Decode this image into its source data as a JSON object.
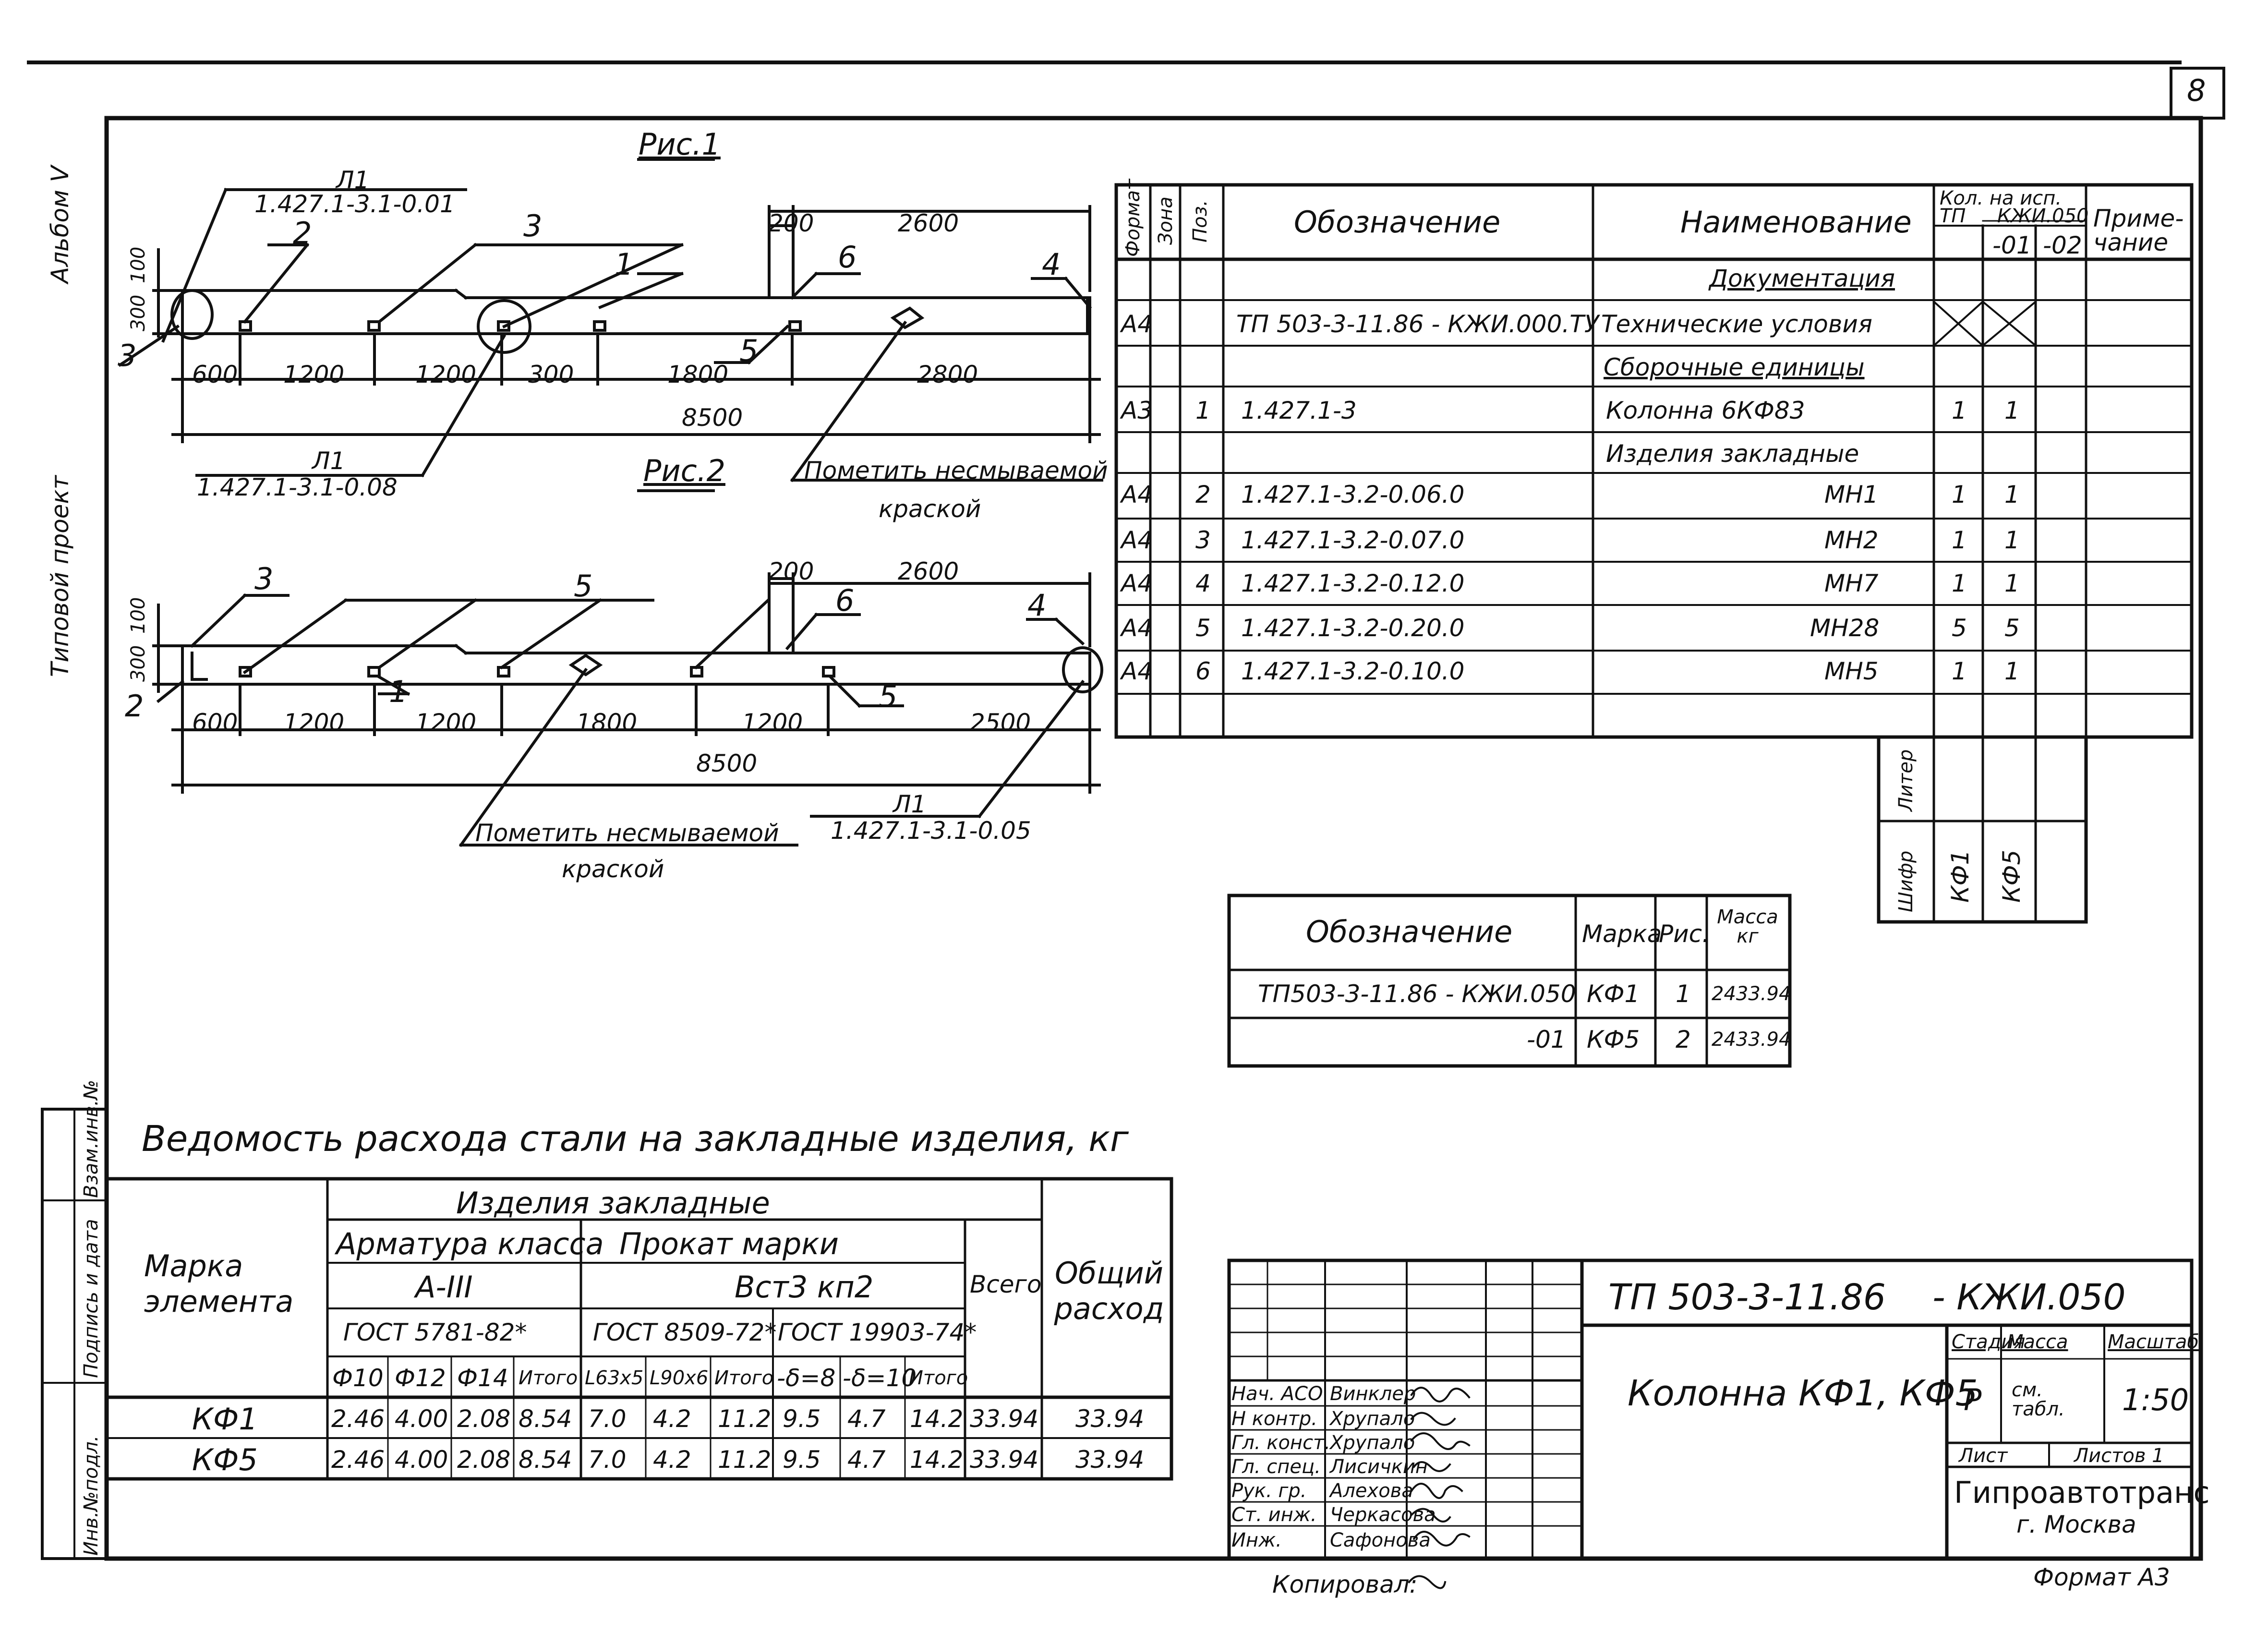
{
  "sheet_number": "8",
  "margin": {
    "album": "Альбом V",
    "project": "Типовой проект",
    "inv_orig": "Инв.№подл.",
    "sign_date": "Подпись и дата",
    "vzam_inv": "Взам.инв.№"
  },
  "fig1": {
    "title": "Рис.1",
    "label_l1": "Л1",
    "ref_top": "1.427.1-3.1-0.01",
    "ref_bottom": "1.427.1-3.1-0.08",
    "callouts": [
      "2",
      "3",
      "1",
      "6",
      "4",
      "5",
      "3"
    ],
    "dim_top": [
      "200",
      "2600"
    ],
    "dim_left": [
      "300",
      "100"
    ],
    "dims": [
      "600",
      "1200",
      "1200",
      "300",
      "1800",
      "2800"
    ],
    "total": "8500",
    "note_line1": "Пометить несмываемой",
    "note_line2": "краской"
  },
  "fig2": {
    "title": "Рис.2",
    "label_l1": "Л1",
    "ref": "1.427.1-3.1-0.05",
    "callouts": [
      "3",
      "5",
      "6",
      "4",
      "2",
      "1",
      "5"
    ],
    "dim_top": [
      "200",
      "2600"
    ],
    "dim_left": [
      "300",
      "100"
    ],
    "dims": [
      "600",
      "1200",
      "1200",
      "1800",
      "1200",
      "2500"
    ],
    "total": "8500",
    "note_line1": "Пометить несмываемой",
    "note_line2": "краской"
  },
  "spec": {
    "headers": {
      "format": "Формат",
      "zone": "Зона",
      "pos": "Поз.",
      "designation": "Обозначение",
      "name": "Наименование",
      "qty": "Кол. на исп.",
      "tp": "ТП",
      "kzh": "КЖИ.050",
      "v01": "-01",
      "v02": "-02",
      "note": "Приме-чание"
    },
    "rows": [
      {
        "format": "",
        "pos": "",
        "designation": "",
        "name": "Документация",
        "q1": "",
        "q2": ""
      },
      {
        "format": "А4",
        "pos": "",
        "designation": "ТП 503-3-11.86 - КЖИ.000.ТУ",
        "name": "Технические условия",
        "q1": "",
        "q2": ""
      },
      {
        "format": "",
        "pos": "",
        "designation": "",
        "name": "Сборочные единицы",
        "q1": "",
        "q2": ""
      },
      {
        "format": "А3",
        "pos": "1",
        "designation": "1.427.1-3",
        "name": "Колонна 6КФ83",
        "q1": "1",
        "q2": "1"
      },
      {
        "format": "",
        "pos": "",
        "designation": "",
        "name": "Изделия закладные",
        "q1": "",
        "q2": ""
      },
      {
        "format": "А4",
        "pos": "2",
        "designation": "1.427.1-3.2-0.06.0",
        "name": "МН1",
        "q1": "1",
        "q2": "1"
      },
      {
        "format": "А4",
        "pos": "3",
        "designation": "1.427.1-3.2-0.07.0",
        "name": "МН2",
        "q1": "1",
        "q2": "1"
      },
      {
        "format": "А4",
        "pos": "4",
        "designation": "1.427.1-3.2-0.12.0",
        "name": "МН7",
        "q1": "1",
        "q2": "1"
      },
      {
        "format": "А4",
        "pos": "5",
        "designation": "1.427.1-3.2-0.20.0",
        "name": "МН28",
        "q1": "5",
        "q2": "5"
      },
      {
        "format": "А4",
        "pos": "6",
        "designation": "1.427.1-3.2-0.10.0",
        "name": "МН5",
        "q1": "1",
        "q2": "1"
      }
    ],
    "shifr": "Шифр",
    "liter": "Литер",
    "kf1": "КФ1",
    "kf5": "КФ5"
  },
  "mass_table": {
    "headers": {
      "designation": "Обозначение",
      "mark": "Марка",
      "fig": "Рис.",
      "mass": "Масса кг"
    },
    "rows": [
      {
        "designation": "ТП503-3-11.86 - КЖИ.050",
        "mark": "КФ1",
        "fig": "1",
        "mass": "2433.94"
      },
      {
        "designation": "-01",
        "mark": "КФ5",
        "fig": "2",
        "mass": "2433.94"
      }
    ]
  },
  "steel": {
    "title": "Ведомость расхода стали на закладные изделия, кг",
    "h_mark": "Марка элемента",
    "h_items": "Изделия закладные",
    "h_armature": "Арматура класса",
    "h_class": "А-III",
    "h_gost1": "ГОСТ 5781-82*",
    "h_prokat": "Прокат марки",
    "h_grade": "Вст3 кп2",
    "h_gost2": "ГОСТ 8509-72*",
    "h_gost3": "ГОСТ 19903-74*",
    "h_total": "Всего",
    "h_overall": "Общий расход",
    "cols": [
      "Ф10",
      "Ф12",
      "Ф14",
      "Итого",
      "L63x5",
      "L90x6",
      "Итого",
      "-δ=8",
      "-δ=10",
      "Итого"
    ],
    "rows": [
      {
        "mark": "КФ1",
        "v": [
          "2.46",
          "4.00",
          "2.08",
          "8.54",
          "7.0",
          "4.2",
          "11.2",
          "9.5",
          "4.7",
          "14.2"
        ],
        "total": "33.94",
        "overall": "33.94"
      },
      {
        "mark": "КФ5",
        "v": [
          "2.46",
          "4.00",
          "2.08",
          "8.54",
          "7.0",
          "4.2",
          "11.2",
          "9.5",
          "4.7",
          "14.2"
        ],
        "total": "33.94",
        "overall": "33.94"
      }
    ]
  },
  "title_block": {
    "code": "ТП 503-3-11.86",
    "suffix": "- КЖИ.050",
    "name": "Колонна КФ1, КФ5",
    "stage_h": "Стадия",
    "mass_h": "Масса",
    "scale_h": "Масштаб",
    "stage": "Р",
    "mass": "см. табл.",
    "scale": "1:50",
    "sheet_h": "Лист",
    "sheets_h": "Листов 1",
    "org": "Гипроавтотранс",
    "city": "г. Москва",
    "signers": [
      {
        "role": "Нач. АСО",
        "name": "Винклер"
      },
      {
        "role": "Н контр.",
        "name": "Хрупало"
      },
      {
        "role": "Гл. конст.",
        "name": "Хрупало"
      },
      {
        "role": "Гл. спец.",
        "name": "Лисичкин"
      },
      {
        "role": "Рук. гр.",
        "name": "Алехова"
      },
      {
        "role": "Ст. инж.",
        "name": "Черкасова"
      },
      {
        "role": "Инж.",
        "name": "Сафонова"
      }
    ],
    "copied": "Копировал:",
    "format": "Формат А3"
  }
}
